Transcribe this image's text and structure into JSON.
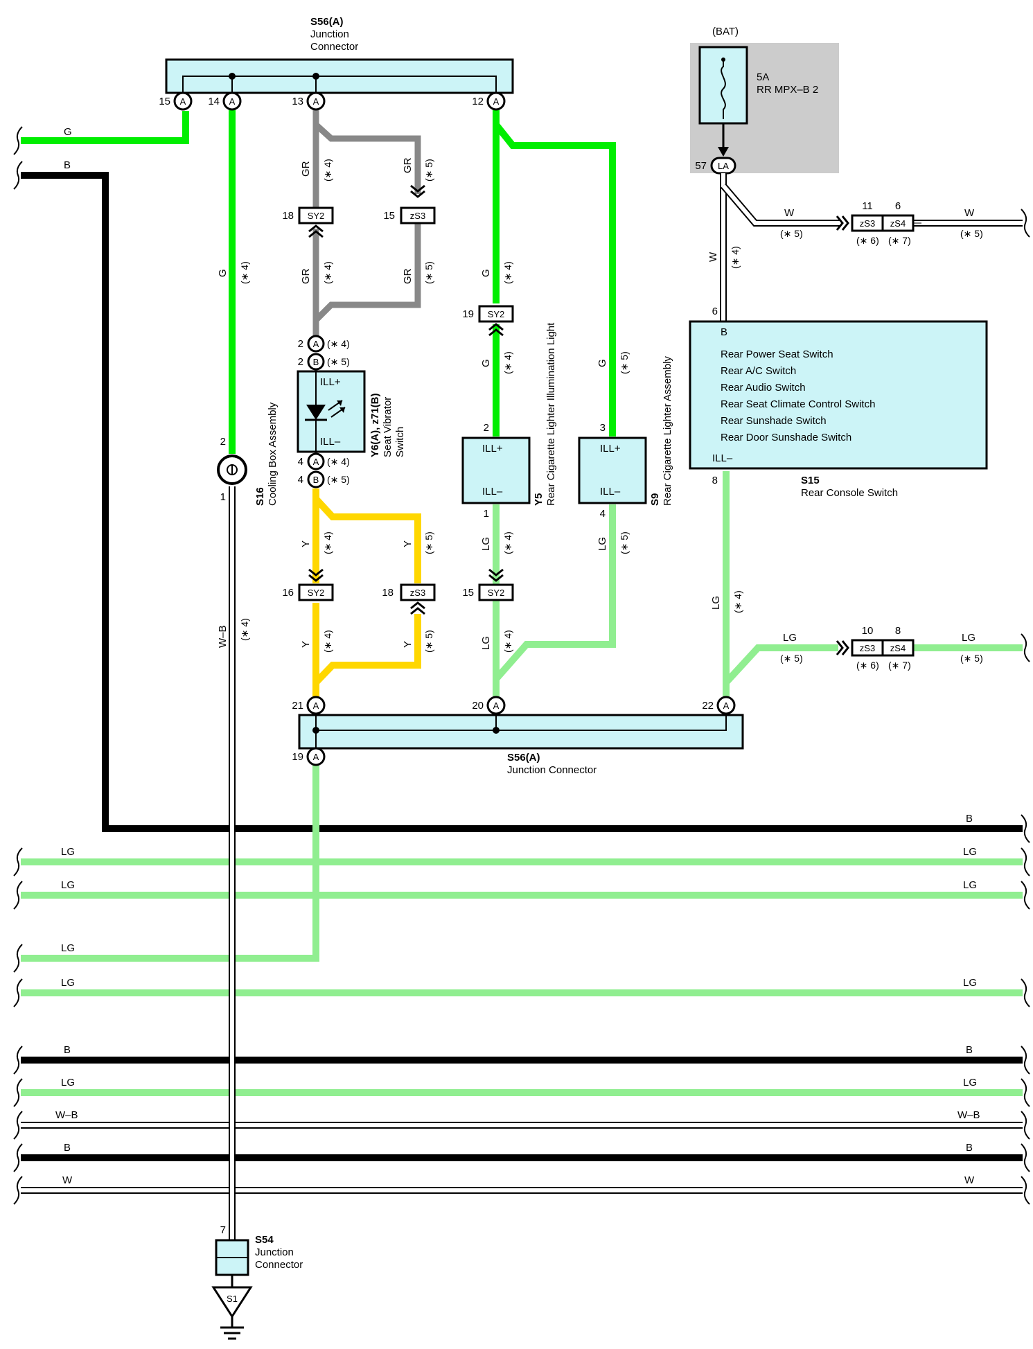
{
  "colors": {
    "G": "#00ee00",
    "LG": "#90ee90",
    "B": "#000000",
    "GR": "#888888",
    "Y": "#ffd700",
    "W": "#ffffff",
    "box_fill": "#ccf4f7",
    "bat_bg": "#cccccc"
  },
  "top_junction": {
    "id": "S56(A)",
    "line1": "Junction",
    "line2": "Connector",
    "pins": [
      {
        "num": "15",
        "code": "A"
      },
      {
        "num": "14",
        "code": "A"
      },
      {
        "num": "13",
        "code": "A"
      },
      {
        "num": "12",
        "code": "A"
      }
    ]
  },
  "bottom_junction": {
    "id": "S56(A)",
    "name": "Junction Connector",
    "pins": [
      {
        "num": "21",
        "code": "A"
      },
      {
        "num": "20",
        "code": "A"
      },
      {
        "num": "22",
        "code": "A"
      },
      {
        "num": "19",
        "code": "A"
      }
    ]
  },
  "battery": {
    "label": "(BAT)",
    "fuse_rating": "5A",
    "fuse_name": "RR MPX–B 2",
    "pin_num": "57",
    "pin_code": "LA"
  },
  "rear_console": {
    "id": "S15",
    "name": "Rear Console Switch",
    "pin_top_code": "B",
    "pin_top_num": "6",
    "pin_bottom_num": "8",
    "ill_label": "ILL–",
    "functions": [
      "Rear Power Seat Switch",
      "Rear A/C Switch",
      "Rear Audio Switch",
      "Rear Seat Climate Control Switch",
      "Rear Sunshade Switch",
      "Rear Door Sunshade Switch"
    ]
  },
  "cooling_box": {
    "id": "S16",
    "name": "Cooling Box Assembly",
    "pin_top": "2",
    "pin_bottom": "1"
  },
  "seat_vibrator": {
    "id": "Y6(A), z71(B)",
    "line1": "Seat Vibrator",
    "line2": "Switch",
    "ill_plus": "ILL+",
    "ill_minus": "ILL–",
    "pins": [
      "2",
      "2",
      "4",
      "4"
    ],
    "pin_codes": [
      "A",
      "B",
      "A",
      "B"
    ],
    "notes": [
      "(∗ 4)",
      "(∗ 5)",
      "(∗ 4)",
      "(∗ 5)"
    ]
  },
  "y5": {
    "id": "Y5",
    "name": "Rear Cigarette Lighter Illumination Light",
    "ill_plus": "ILL+",
    "ill_minus": "ILL–",
    "pin_top": "2",
    "pin_bottom": "1"
  },
  "s9": {
    "id": "S9",
    "name": "Rear Cigarette Lighter Assembly",
    "ill_plus": "ILL+",
    "ill_minus": "ILL–",
    "pin_top": "3",
    "pin_bottom": "4"
  },
  "s54": {
    "id": "S54",
    "line1": "Junction",
    "line2": "Connector",
    "pin": "7",
    "ground": "S1"
  },
  "connectors": {
    "sy2_a": {
      "num": "18",
      "name": "SY2"
    },
    "zs3_a": {
      "num": "15",
      "name": "zS3"
    },
    "sy2_b": {
      "num": "19",
      "name": "SY2"
    },
    "sy2_c": {
      "num": "16",
      "name": "SY2"
    },
    "zs3_b": {
      "num": "18",
      "name": "zS3"
    },
    "sy2_d": {
      "num": "15",
      "name": "SY2"
    },
    "zs3_w": {
      "num": "11",
      "name": "zS3",
      "note": "(∗ 6)"
    },
    "zs4_w": {
      "num": "6",
      "name": "zS4",
      "note": "(∗ 7)"
    },
    "zs3_lg": {
      "num": "10",
      "name": "zS3",
      "note": "(∗ 6)"
    },
    "zs4_lg": {
      "num": "8",
      "name": "zS4",
      "note": "(∗ 7)"
    }
  },
  "notes": {
    "n4": "(∗ 4)",
    "n5": "(∗ 5)"
  },
  "wire_labels": {
    "G": "G",
    "B": "B",
    "GR": "GR",
    "Y": "Y",
    "LG": "LG",
    "W": "W",
    "WB": "W–B"
  },
  "bus_rows": [
    {
      "left": "B",
      "right": "B"
    },
    {
      "left": "LG",
      "right": "LG"
    },
    {
      "left": "LG",
      "right": "LG"
    },
    {
      "left": "LG",
      "right": ""
    },
    {
      "left": "LG",
      "right": "LG"
    },
    {
      "left": "B",
      "right": "B"
    },
    {
      "left": "LG",
      "right": "LG"
    },
    {
      "left": "W–B",
      "right": "W–B"
    },
    {
      "left": "B",
      "right": "B"
    },
    {
      "left": "W",
      "right": "W"
    }
  ]
}
